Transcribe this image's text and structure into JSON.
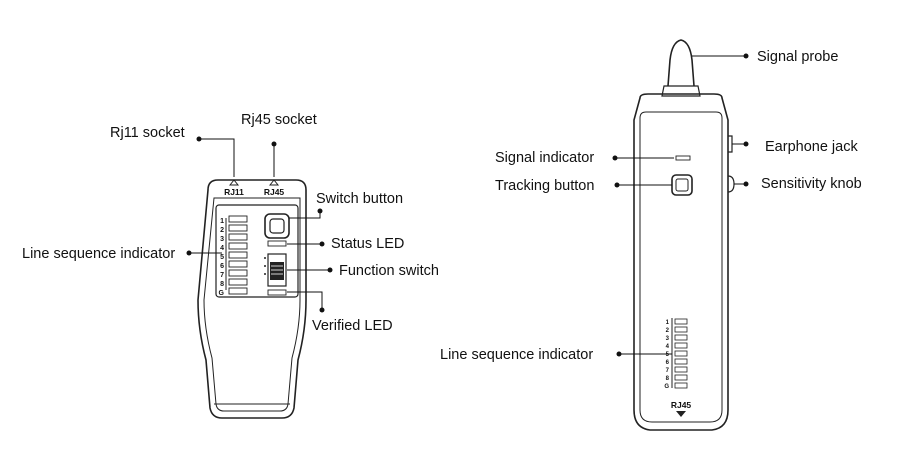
{
  "diagram": {
    "left_device": {
      "port_marks": [
        "RJ11",
        "RJ45"
      ],
      "led_numbers": [
        "1",
        "2",
        "3",
        "4",
        "5",
        "6",
        "7",
        "8",
        "G"
      ],
      "callouts": {
        "rj11": "Rj11 socket",
        "rj45": "Rj45 socket",
        "switch_button": "Switch button",
        "status_led": "Status LED",
        "function_switch": "Function switch",
        "verified_led": "Verified LED",
        "line_sequence": "Line sequence indicator"
      }
    },
    "right_device": {
      "port_mark": "RJ45",
      "led_numbers": [
        "1",
        "2",
        "3",
        "4",
        "5",
        "6",
        "7",
        "8",
        "G"
      ],
      "callouts": {
        "signal_probe": "Signal probe",
        "earphone_jack": "Earphone jack",
        "sensitivity_knob": "Sensitivity knob",
        "signal_indicator": "Signal indicator",
        "tracking_button": "Tracking button",
        "line_sequence": "Line sequence indicator"
      }
    }
  }
}
